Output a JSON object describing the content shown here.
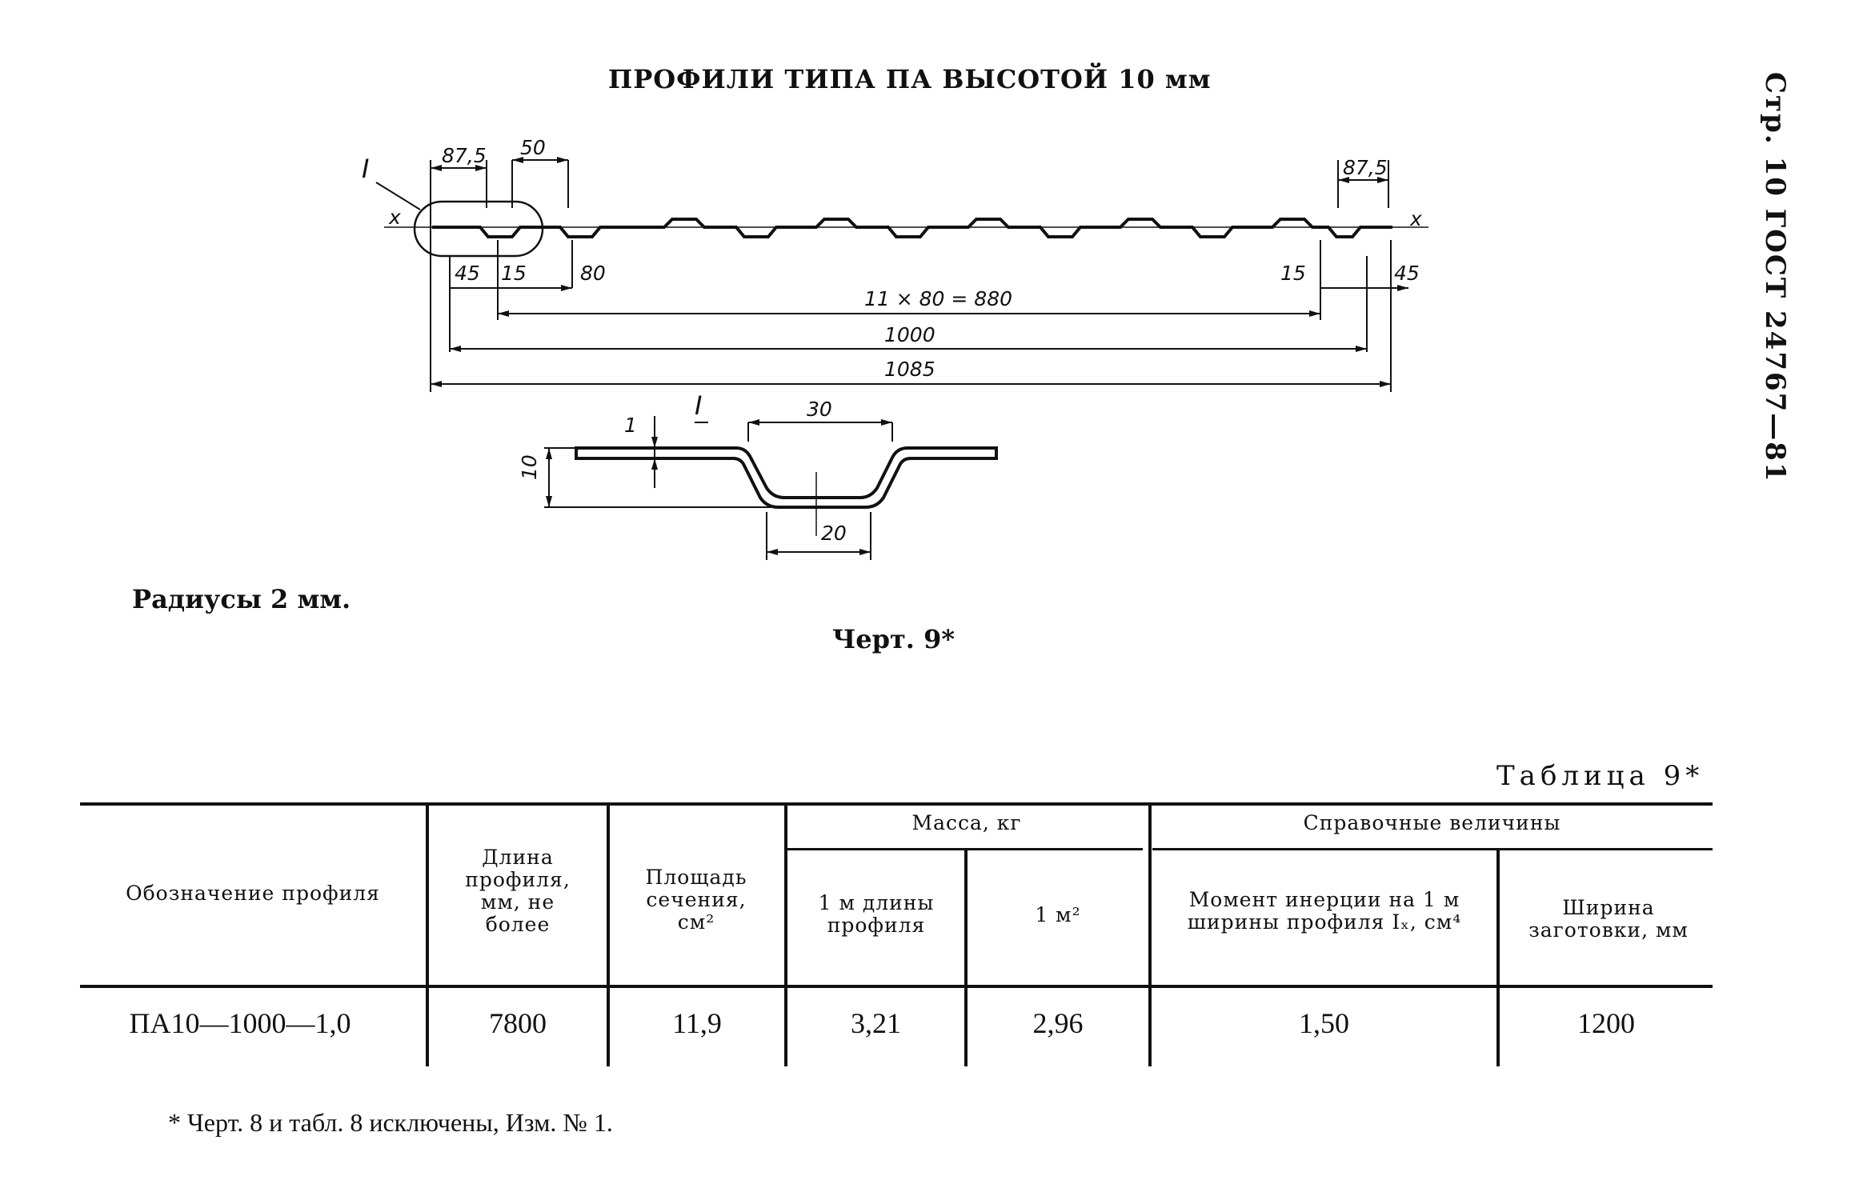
{
  "doc": {
    "title": "ПРОФИЛИ ТИПА ПА ВЫСОТОЙ 10 мм",
    "page_ref": "Стр. 10 ГОСТ 24767—81",
    "note": "Радиусы 2 мм.",
    "caption": "Черт. 9*",
    "table_label": "Таблица 9*",
    "footnote": "* Черт. 8 и табл. 8 исключены, Изм. № 1."
  },
  "drawing": {
    "dims": {
      "d87_5_left": "87,5",
      "d50": "50",
      "d87_5_right": "87,5",
      "d45_left": "45",
      "d15_left": "15",
      "d80": "80",
      "d15_right": "15",
      "d45_right": "45",
      "d880": "11 × 80 = 880",
      "d1000": "1000",
      "d1085": "1085",
      "axis_x_left": "x",
      "axis_x_right": "x",
      "detail_mark": "I"
    },
    "detail": {
      "mark": "I",
      "d30": "30",
      "d1": "1",
      "d10": "10",
      "d20": "20"
    }
  },
  "table": {
    "headers": {
      "designation": "Обозначение профиля",
      "length": "Длина профиля, мм, не более",
      "area": "Площадь сечения, см²",
      "mass_group": "Масса, кг",
      "mass_per_m": "1 м длины профиля",
      "mass_per_m2": "1 м²",
      "ref_group": "Справочные величины",
      "moment": "Момент инерции на 1 м ширины профиля Iₓ, см⁴",
      "blank_width": "Ширина заготовки, мм"
    },
    "rows": [
      {
        "designation": "ПА10—1000—1,0",
        "length": "7800",
        "area": "11,9",
        "mass_per_m": "3,21",
        "mass_per_m2": "2,96",
        "moment": "1,50",
        "blank_width": "1200"
      }
    ]
  }
}
